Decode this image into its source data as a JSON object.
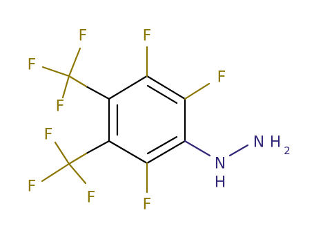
{
  "molecule": {
    "colors": {
      "carbon_bond": "#000000",
      "fluorine": "#8b7600",
      "nitrogen": "#32287a"
    },
    "atoms": [
      {
        "symbol": "F"
      },
      {
        "symbol": "F"
      },
      {
        "symbol": "F"
      },
      {
        "symbol": "F"
      },
      {
        "symbol": "F"
      },
      {
        "symbol": "F"
      },
      {
        "symbol": "F"
      },
      {
        "symbol": "F"
      },
      {
        "symbol": "F"
      }
    ],
    "hydrazine": {
      "nh_n": "N",
      "nh_h": "H",
      "nh2_n": "N",
      "nh2_h": "H",
      "nh2_sub": "2"
    }
  }
}
